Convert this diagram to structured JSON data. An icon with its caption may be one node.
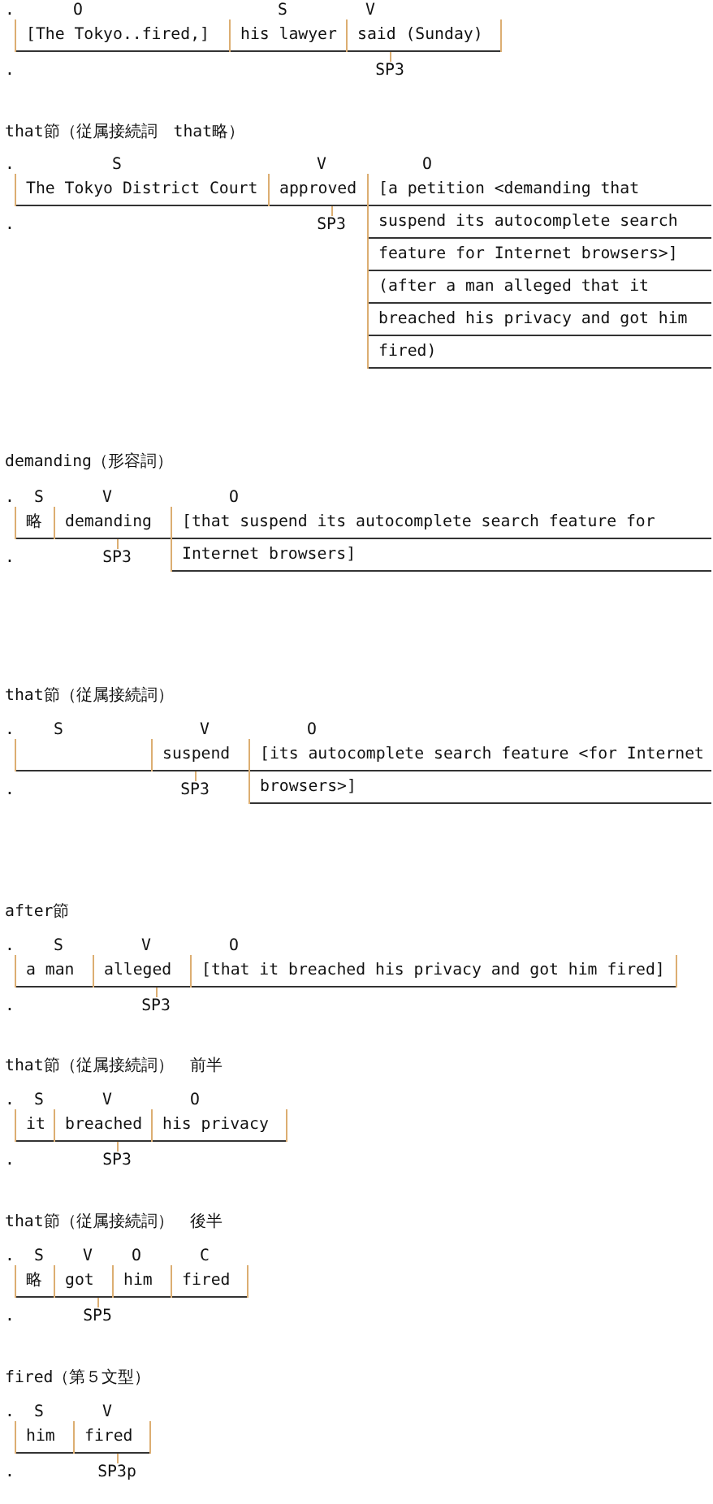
{
  "diagram": {
    "nodes": [
      {
        "text": [
          "[The Tokyo..fired,]"
        ],
        "beside": [
          "O"
        ]
      },
      {
        "text": [
          "his lawyer"
        ],
        "beside": [
          "S"
        ]
      },
      {
        "text": [
          "said (Sunday)"
        ],
        "beside": [
          "V"
        ]
      },
      {
        "text": [
          "SP3"
        ]
      },
      {
        "text": [
          "The Tokyo District Court"
        ],
        "beside": [
          "S"
        ]
      },
      {
        "text": [
          "approved"
        ],
        "beside": [
          "V"
        ]
      },
      {
        "text": [
          "[a petition <demanding that suspend its autocomplete search feature for Internet browsers>] (after a man alleged that it breached his privacy and got him fired)"
        ],
        "beside": [
          "O"
        ]
      },
      {
        "text": [
          "SP3"
        ]
      },
      {
        "text": [
          "略"
        ],
        "beside": [
          "S"
        ]
      },
      {
        "text": [
          "demanding"
        ],
        "beside": [
          "V"
        ]
      },
      {
        "text": [
          "[that suspend its autocomplete search feature for Internet browsers]"
        ],
        "beside": [
          "O"
        ]
      },
      {
        "text": [
          "SP3"
        ]
      },
      {
        "text": [],
        "shape": "box",
        "beside": [
          "S"
        ]
      },
      {
        "text": [
          "suspend"
        ],
        "beside": [
          "V"
        ]
      },
      {
        "text": [
          "[its autocomplete search feature <for Internet browsers>]"
        ],
        "beside": [
          "O"
        ]
      },
      {
        "text": [
          "SP3"
        ]
      },
      {
        "text": [
          "a man"
        ],
        "beside": [
          "S"
        ]
      },
      {
        "text": [
          "alleged"
        ],
        "beside": [
          "V"
        ]
      },
      {
        "text": [
          "[that it breached his privacy and got him fired]"
        ],
        "beside": [
          "O"
        ]
      },
      {
        "text": [
          "SP3"
        ]
      },
      {
        "text": [
          "it"
        ],
        "beside": [
          "S"
        ]
      },
      {
        "text": [
          "breached"
        ],
        "beside": [
          "V"
        ]
      },
      {
        "text": [
          "his privacy"
        ],
        "beside": [
          "O"
        ]
      },
      {
        "text": [
          "SP3"
        ]
      },
      {
        "text": [
          "略"
        ],
        "beside": [
          "S"
        ]
      },
      {
        "text": [
          "got"
        ],
        "beside": [
          "V"
        ]
      },
      {
        "text": [
          "him"
        ],
        "beside": [
          "O"
        ]
      },
      {
        "text": [
          "fired"
        ],
        "beside": [
          "C"
        ]
      },
      {
        "text": [
          "SP5"
        ]
      },
      {
        "text": [
          "him"
        ],
        "beside": [
          "S"
        ]
      },
      {
        "text": [
          "fired"
        ],
        "beside": [
          "V"
        ]
      },
      {
        "text": [
          "SP3p"
        ]
      }
    ],
    "edges": [
      {
        "from": 3,
        "to": 2,
        "arrow": "none"
      },
      {
        "from": 7,
        "to": 5,
        "arrow": "none"
      },
      {
        "from": 11,
        "to": 9,
        "arrow": "none"
      },
      {
        "from": 15,
        "to": 13,
        "arrow": "none"
      },
      {
        "from": 19,
        "to": 17,
        "arrow": "none"
      },
      {
        "from": 23,
        "to": 21,
        "arrow": "none"
      },
      {
        "from": 28,
        "to": 25,
        "arrow": "none"
      },
      {
        "from": 31,
        "to": 30,
        "arrow": "none"
      }
    ],
    "labels": [
      ".",
      ".",
      "that節（従属接続詞　that略）",
      ".",
      ".",
      "demanding（形容詞）",
      ".",
      ".",
      "that節（従属接続詞）",
      ".",
      ".",
      "after節",
      ".",
      ".",
      "that節（従属接続詞）　前半",
      ".",
      ".",
      "that節（従属接続詞）　後半",
      ".",
      ".",
      "fired（第５文型）",
      ".",
      "."
    ]
  }
}
